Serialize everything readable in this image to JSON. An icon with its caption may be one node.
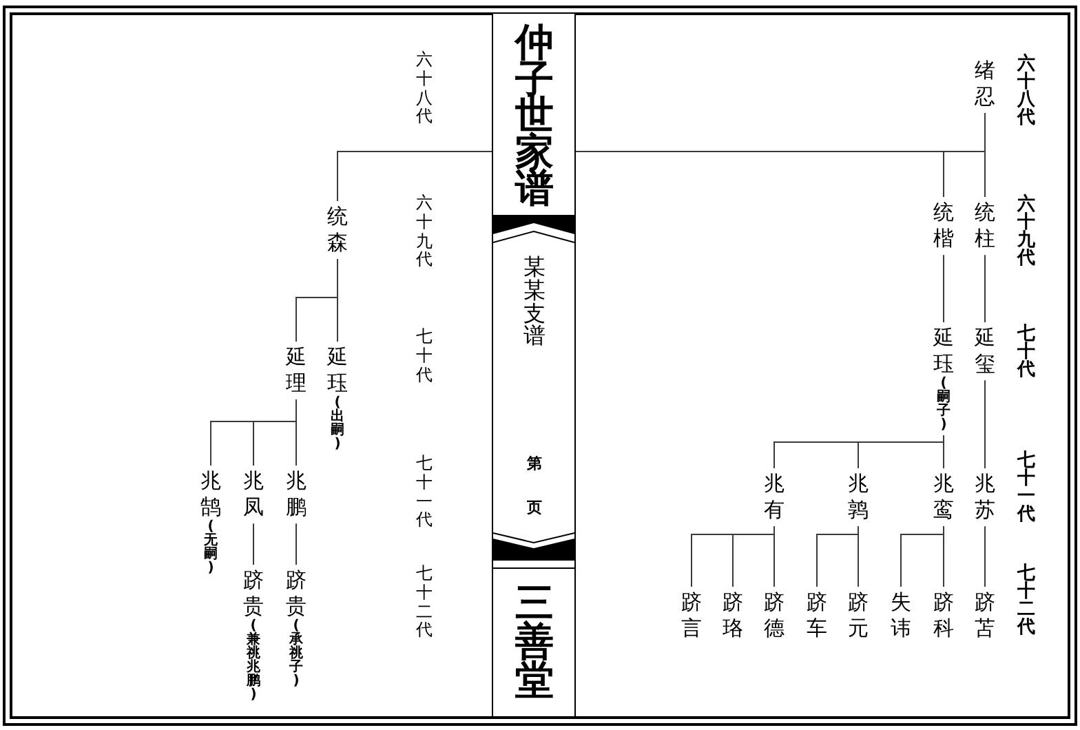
{
  "diagram": {
    "title": "仲子世家谱",
    "nodes": [
      {
        "text": [
          "绪忍"
        ]
      },
      {
        "text": [
          "统柱"
        ]
      },
      {
        "text": [
          "统楷"
        ]
      },
      {
        "text": [
          "延玺"
        ]
      },
      {
        "text": [
          "延珏",
          "(嗣子)"
        ]
      },
      {
        "text": [
          "兆苏"
        ]
      },
      {
        "text": [
          "兆鸾"
        ]
      },
      {
        "text": [
          "兆鹑"
        ]
      },
      {
        "text": [
          "兆有"
        ]
      },
      {
        "text": [
          "跻苫"
        ]
      },
      {
        "text": [
          "跻科"
        ]
      },
      {
        "text": [
          "失讳"
        ]
      },
      {
        "text": [
          "跻元"
        ]
      },
      {
        "text": [
          "跻车"
        ]
      },
      {
        "text": [
          "跻德"
        ]
      },
      {
        "text": [
          "跻珞"
        ]
      },
      {
        "text": [
          "跻言"
        ]
      },
      {
        "text": [
          "统森"
        ]
      },
      {
        "text": [
          "延珏",
          "(出嗣)"
        ]
      },
      {
        "text": [
          "延理"
        ]
      },
      {
        "text": [
          "兆鹏"
        ]
      },
      {
        "text": [
          "兆凤"
        ]
      },
      {
        "text": [
          "兆鹄",
          "(无嗣)"
        ]
      },
      {
        "text": [
          "跻贵",
          "(承祧子)"
        ]
      },
      {
        "text": [
          "跻贵",
          "(兼祧兆鹏)"
        ]
      }
    ],
    "edges": [
      {
        "from": 0,
        "to": 1,
        "arrow": "none"
      },
      {
        "from": 0,
        "to": 2,
        "arrow": "none"
      },
      {
        "from": 0,
        "to": 17,
        "arrow": "none"
      },
      {
        "from": 1,
        "to": 3,
        "arrow": "none"
      },
      {
        "from": 2,
        "to": 4,
        "arrow": "none"
      },
      {
        "from": 3,
        "to": 5,
        "arrow": "none"
      },
      {
        "from": 4,
        "to": 6,
        "arrow": "none"
      },
      {
        "from": 4,
        "to": 7,
        "arrow": "none"
      },
      {
        "from": 4,
        "to": 8,
        "arrow": "none"
      },
      {
        "from": 5,
        "to": 9,
        "arrow": "none"
      },
      {
        "from": 6,
        "to": 10,
        "arrow": "none"
      },
      {
        "from": 6,
        "to": 11,
        "arrow": "none"
      },
      {
        "from": 7,
        "to": 12,
        "arrow": "none"
      },
      {
        "from": 7,
        "to": 13,
        "arrow": "none"
      },
      {
        "from": 8,
        "to": 14,
        "arrow": "none"
      },
      {
        "from": 8,
        "to": 15,
        "arrow": "none"
      },
      {
        "from": 8,
        "to": 16,
        "arrow": "none"
      },
      {
        "from": 17,
        "to": 18,
        "arrow": "none"
      },
      {
        "from": 17,
        "to": 19,
        "arrow": "none"
      },
      {
        "from": 19,
        "to": 20,
        "arrow": "none"
      },
      {
        "from": 19,
        "to": 21,
        "arrow": "none"
      },
      {
        "from": 19,
        "to": 22,
        "arrow": "none"
      },
      {
        "from": 20,
        "to": 23,
        "arrow": "none"
      },
      {
        "from": 21,
        "to": 24,
        "arrow": "none"
      }
    ],
    "labels": [
      "六十八代",
      "六十九代",
      "七十代",
      "七十一代",
      "七十二代",
      "某某支谱",
      "第",
      "页",
      "三善堂",
      "六十八代",
      "六十九代",
      "七十代",
      "七十一代",
      "七十二代"
    ]
  }
}
